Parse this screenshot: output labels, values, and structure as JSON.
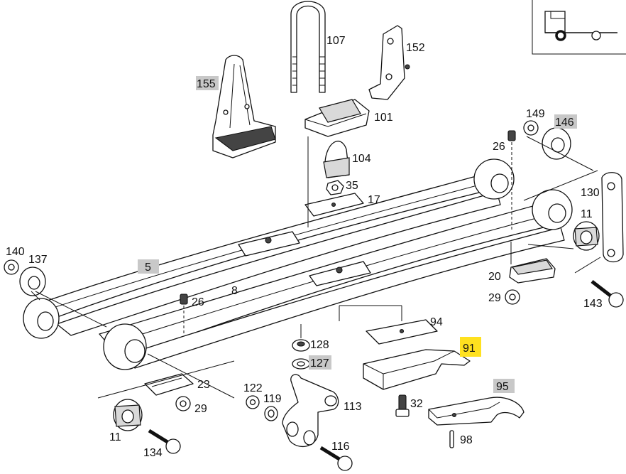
{
  "labels": {
    "p107": "107",
    "p152": "152",
    "p155": "155",
    "p101": "101",
    "p104": "104",
    "p35": "35",
    "p17": "17",
    "p149": "149",
    "p146": "146",
    "p26a": "26",
    "p130": "130",
    "p11a": "11",
    "p140": "140",
    "p137": "137",
    "p5": "5",
    "p8": "8",
    "p26b": "26",
    "p20": "20",
    "p29a": "29",
    "p143": "143",
    "p94": "94",
    "p128": "128",
    "p127": "127",
    "p91": "91",
    "p23": "23",
    "p29b": "29",
    "p122": "122",
    "p119": "119",
    "p113": "113",
    "p32": "32",
    "p95": "95",
    "p11b": "11",
    "p134": "134",
    "p116": "116",
    "p98": "98"
  },
  "highlight_colors": {
    "grey": "#c8c8c8",
    "yellow": "#ffe11f"
  },
  "highlighted": {
    "grey": [
      "155",
      "146",
      "5",
      "127",
      "95"
    ],
    "yellow": [
      "91"
    ]
  },
  "inset_icon": "truck-rear-axle-icon"
}
